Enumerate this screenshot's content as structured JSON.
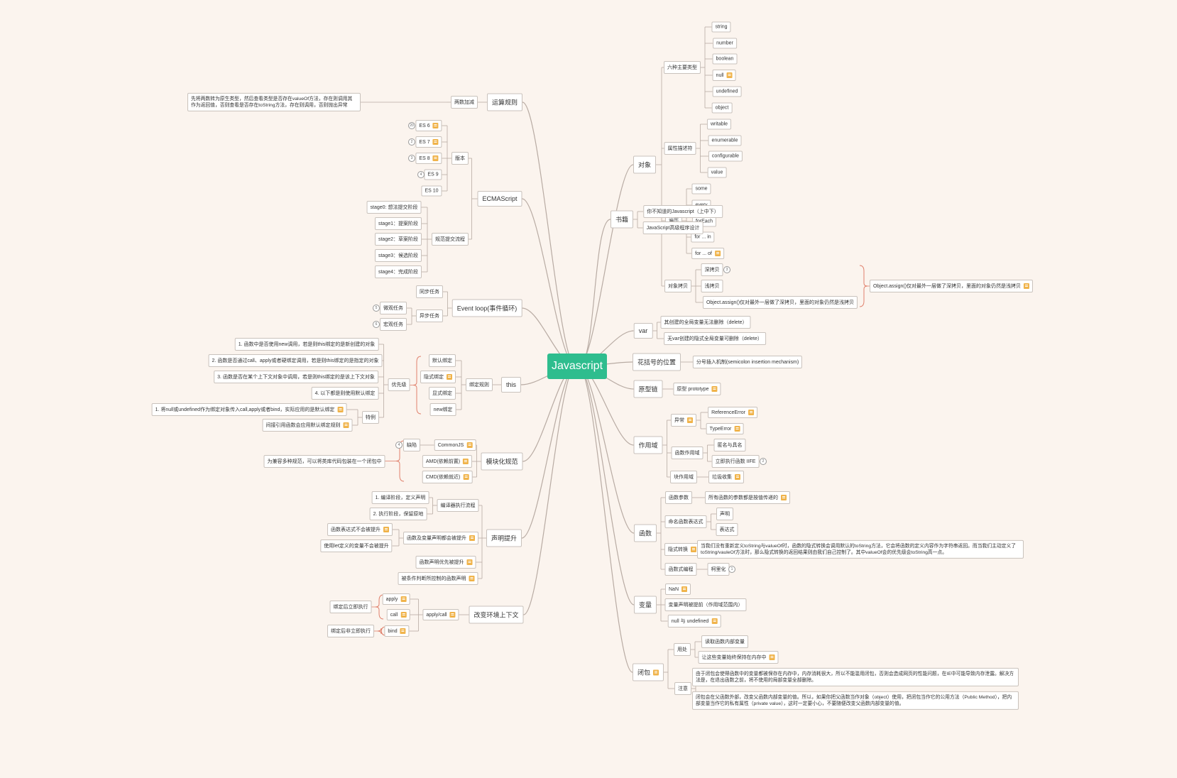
{
  "root": "Javascript",
  "left": {
    "yunsuan": {
      "label": "运算规则",
      "child": "两数加减",
      "note": "先将两数转为原生类型，然后查看类型是否存在valueOf方法，存在则调用其作为返回值，否则查看是否存在toString方法，存在则调用，否则抛出异常"
    },
    "ecma": {
      "label": "ECMAScript",
      "version": "版本",
      "versions": [
        "ES 6",
        "ES 7",
        "ES 8",
        "ES 9",
        "ES 10"
      ],
      "version_markers": [
        "20",
        "2",
        "3",
        "4"
      ],
      "process": "规范提交流程",
      "stages": [
        "stage0: 想法提交阶段",
        "stage1：提案阶段",
        "stage2：草案阶段",
        "stage3：候选阶段",
        "stage4：完成阶段"
      ]
    },
    "eventloop": {
      "label": "Event loop(事件循环)",
      "sync": "同步任务",
      "async": "异步任务",
      "micro": "微观任务",
      "macro": "宏观任务",
      "markers": [
        "5",
        "6"
      ]
    },
    "this": {
      "label": "this",
      "bind": "绑定规则",
      "binds": [
        "默认绑定",
        "隐式绑定",
        "显式绑定",
        "new绑定"
      ],
      "priority": "优先级",
      "priorities": [
        "1. 函数中是否使用new调用，若是则this绑定的是新创建的对象",
        "2. 函数是否通过call、apply或者硬绑定调用，若是则this绑定的是指定的对象",
        "3. 函数是否在某个上下文对象中调用，若是则this绑定的是该上下文对象",
        "4. 以下都是则使用默认绑定"
      ],
      "special": "特例",
      "specials": [
        "1. 将null或undefined作为绑定对象传入call,apply或者bind，实际应用的是默认绑定",
        "间接引用函数会应用默认绑定规则"
      ]
    },
    "module": {
      "label": "模块化规范",
      "items": [
        "CommonJS",
        "AMD(依赖前置)",
        "CMD(依赖就近)"
      ],
      "cons": "缺陷",
      "marker": "4",
      "note": "为兼容多种规范，可以将类库代码包装在一个闭包中"
    },
    "hoist": {
      "label": "声明提升",
      "compile": "编译器执行流程",
      "compile_items": [
        "1. 编译阶段，定义声明",
        "2. 执行阶段，保留原地"
      ],
      "fn_var": "函数及变量声明都会被提升",
      "fn_var_items": [
        "函数表达式不会被提升",
        "使用let定义的变量不会被提升"
      ],
      "fn_first": "函数声明优先被提升",
      "cond": "被条件判断所控制的函数声明"
    },
    "context": {
      "label": "改变环境上下文",
      "applycall": "apply/call",
      "items": [
        "apply",
        "call",
        "bind"
      ],
      "now": "绑定后立即执行",
      "later": "绑定后非立即执行"
    }
  },
  "right": {
    "object": {
      "label": "对象",
      "types": "六种主要类型",
      "type_items": [
        "string",
        "number",
        "boolean",
        "null",
        "undefined",
        "object"
      ],
      "desc": "属性描述符",
      "desc_items": [
        "writable",
        "enumerable",
        "configurable",
        "value"
      ],
      "iter": "遍历",
      "iter_items": [
        "some",
        "every",
        "forEach",
        "for ... in",
        "for ... of"
      ],
      "copy": "对象拷贝",
      "deep": "深拷贝",
      "deep_marker": "3",
      "shallow": "浅拷贝",
      "assign": "Object.assign()仅对最外一层做了深拷贝，里面的对象仍然是浅拷贝",
      "assign2": "Object.assign()仅对最外一层做了深拷贝，里面的对象仍然是浅拷贝"
    },
    "book": {
      "label": "书籍",
      "items": [
        "你不知道的Javascript（上中下）",
        "JavaScript高级程序设计"
      ]
    },
    "var": {
      "label": "var",
      "items": [
        "其创建的全局变量无法删除（delete）",
        "无var创建的隐式全局变量可删除（delete）"
      ]
    },
    "semi": {
      "label": "花括号的位置",
      "child": "分号插入机制(semicolon insertion mechanism)"
    },
    "proto": {
      "label": "原型链",
      "child": "原型 prototype"
    },
    "scope": {
      "label": "作用域",
      "err": "异常",
      "err_items": [
        "ReferenceError",
        "TypeError"
      ],
      "fn": "函数作用域",
      "fn_items": [
        "匿名与具名",
        "立即执行函数 IIFE"
      ],
      "fn_marker": "2",
      "block": "块作用域",
      "block_child": "垃圾收集"
    },
    "func": {
      "label": "函数",
      "param": "函数参数",
      "param_child": "所有函数的参数都是按值传递的",
      "named": "命名函数表达式",
      "named_items": [
        "声明",
        "表达式"
      ],
      "implicit": "隐式转换",
      "implicit_note": "当我们没有重新定义toString与valueOf时，函数的隐式转换会调用默认的toString方法，它会将函数的定义内容作为字符串返回。而当我们主动定义了toString/vauleOf方法时，那么隐式转换的返回结果则由我们自己控制了。其中valueOf会的优先级会toString高一点。",
      "curry": "函数式编程",
      "curry_child": "柯里化",
      "curry_marker": "1"
    },
    "variable": {
      "label": "变量",
      "items": [
        "NaN",
        "变量声明被提前（作用域范围内）",
        "null 与 undefined"
      ]
    },
    "closure": {
      "label": "闭包",
      "use": "用处",
      "use_items": [
        "读取函数内部变量",
        "让这些变量始终保持在内存中"
      ],
      "note": "注意",
      "note_items": [
        "由于闭包会使得函数中的变量都被保存在内存中，内存消耗很大，所以不能滥用闭包，否则会造成网页的性能问题，在IE中可能导致内存泄露。解决方法是，在退出函数之前，将不使用的局部变量全部删除。",
        "闭包会在父函数外部，改变父函数内部变量的值。所以，如果你把父函数当作对象（object）使用，把闭包当作它的公用方法（Public Method），把内部变量当作它的私有属性（private value），这时一定要小心，不要随便改变父函数内部变量的值。"
      ]
    }
  },
  "colors": {
    "root": "#2ebd8e",
    "background": "#fbf4ee",
    "edge": "#b8aba3",
    "brace": "#e0806c",
    "icon": "#f0b34a"
  }
}
